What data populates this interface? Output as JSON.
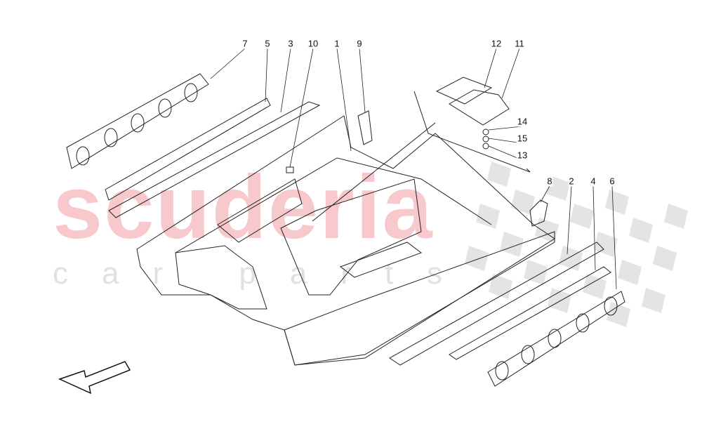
{
  "watermark": {
    "line1": "scuderia",
    "line2": "car parts"
  },
  "callouts": [
    "7",
    "5",
    "3",
    "10",
    "1",
    "9",
    "12",
    "11",
    "14",
    "15",
    "13",
    "8",
    "2",
    "4",
    "6"
  ],
  "colors": {
    "watermark_red": "#f7c9cc",
    "watermark_grey": "#e1e1e1",
    "checker": "#e4e4e4",
    "line": "#222222"
  },
  "direction_arrow": "arrow-icon"
}
